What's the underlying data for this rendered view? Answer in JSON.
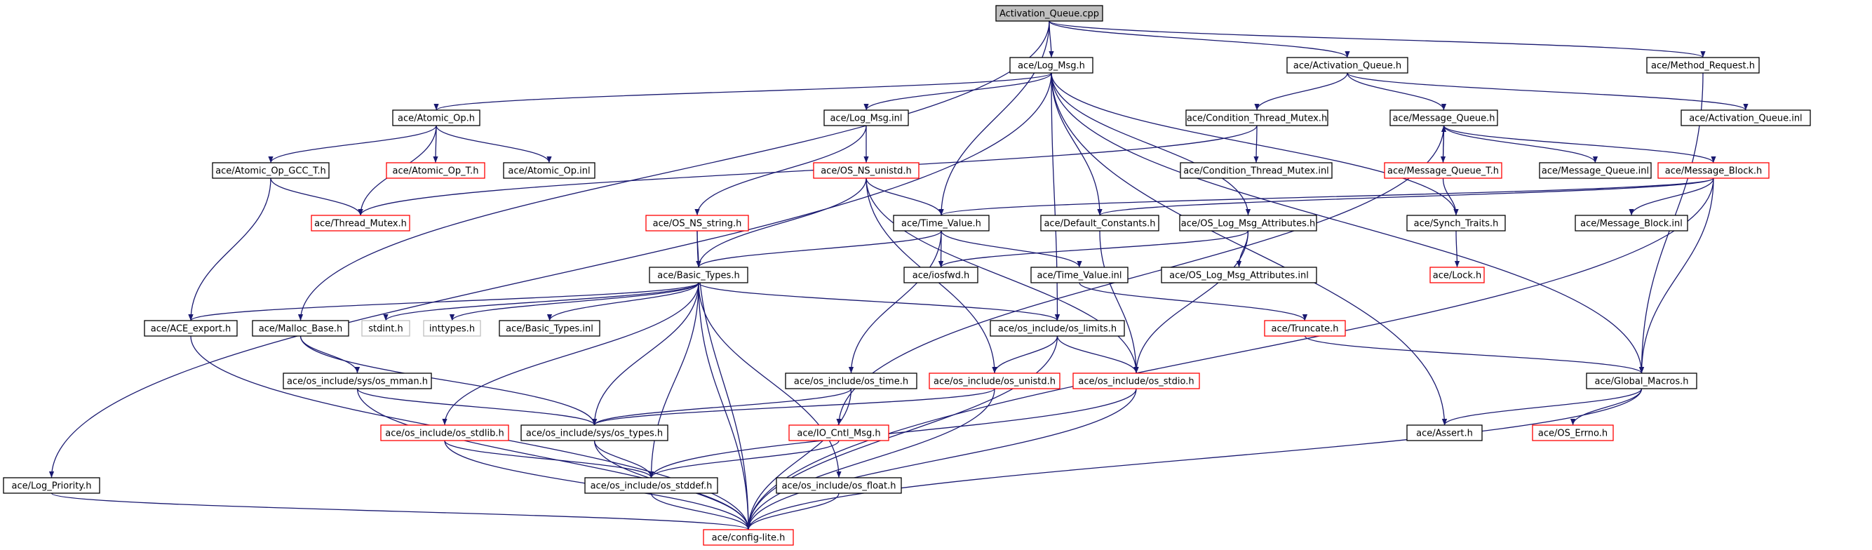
{
  "diagram": {
    "title": "Activation_Queue.cpp",
    "colors": {
      "edge": "#191970",
      "root_fill": "#bfbfbf",
      "normal_border": "#000000",
      "missing_border": "#ff0000",
      "system_border": "#bfbfbf"
    },
    "nodes": [
      {
        "id": "root",
        "label": "Activation_Queue.cpp",
        "kind": "root"
      },
      {
        "id": "log_msg_h",
        "label": "ace/Log_Msg.h",
        "kind": "normal"
      },
      {
        "id": "activation_queue_h",
        "label": "ace/Activation_Queue.h",
        "kind": "normal"
      },
      {
        "id": "method_request_h",
        "label": "ace/Method_Request.h",
        "kind": "normal"
      },
      {
        "id": "atomic_op_h",
        "label": "ace/Atomic_Op.h",
        "kind": "normal"
      },
      {
        "id": "log_msg_inl",
        "label": "ace/Log_Msg.inl",
        "kind": "normal"
      },
      {
        "id": "condition_thread_mutex_h",
        "label": "ace/Condition_Thread_Mutex.h",
        "kind": "normal"
      },
      {
        "id": "message_queue_h",
        "label": "ace/Message_Queue.h",
        "kind": "normal"
      },
      {
        "id": "activation_queue_inl",
        "label": "ace/Activation_Queue.inl",
        "kind": "normal"
      },
      {
        "id": "atomic_op_gcc_t_h",
        "label": "ace/Atomic_Op_GCC_T.h",
        "kind": "normal"
      },
      {
        "id": "atomic_op_t_h",
        "label": "ace/Atomic_Op_T.h",
        "kind": "missing"
      },
      {
        "id": "atomic_op_inl",
        "label": "ace/Atomic_Op.inl",
        "kind": "normal"
      },
      {
        "id": "os_ns_unistd_h",
        "label": "ace/OS_NS_unistd.h",
        "kind": "missing"
      },
      {
        "id": "condition_thread_mutex_inl",
        "label": "ace/Condition_Thread_Mutex.inl",
        "kind": "normal"
      },
      {
        "id": "message_queue_t_h",
        "label": "ace/Message_Queue_T.h",
        "kind": "missing"
      },
      {
        "id": "message_queue_inl",
        "label": "ace/Message_Queue.inl",
        "kind": "normal"
      },
      {
        "id": "message_block_h",
        "label": "ace/Message_Block.h",
        "kind": "missing"
      },
      {
        "id": "thread_mutex_h",
        "label": "ace/Thread_Mutex.h",
        "kind": "missing"
      },
      {
        "id": "os_ns_string_h",
        "label": "ace/OS_NS_string.h",
        "kind": "missing"
      },
      {
        "id": "time_value_h",
        "label": "ace/Time_Value.h",
        "kind": "normal"
      },
      {
        "id": "default_constants_h",
        "label": "ace/Default_Constants.h",
        "kind": "normal"
      },
      {
        "id": "os_log_msg_attributes_h",
        "label": "ace/OS_Log_Msg_Attributes.h",
        "kind": "normal"
      },
      {
        "id": "synch_traits_h",
        "label": "ace/Synch_Traits.h",
        "kind": "normal"
      },
      {
        "id": "message_block_inl",
        "label": "ace/Message_Block.inl",
        "kind": "normal"
      },
      {
        "id": "basic_types_h",
        "label": "ace/Basic_Types.h",
        "kind": "normal"
      },
      {
        "id": "iosfwd_h",
        "label": "ace/iosfwd.h",
        "kind": "normal"
      },
      {
        "id": "time_value_inl",
        "label": "ace/Time_Value.inl",
        "kind": "normal"
      },
      {
        "id": "os_log_msg_attributes_inl",
        "label": "ace/OS_Log_Msg_Attributes.inl",
        "kind": "normal"
      },
      {
        "id": "lock_h",
        "label": "ace/Lock.h",
        "kind": "missing"
      },
      {
        "id": "ace_export_h",
        "label": "ace/ACE_export.h",
        "kind": "normal"
      },
      {
        "id": "malloc_base_h",
        "label": "ace/Malloc_Base.h",
        "kind": "normal"
      },
      {
        "id": "stdint_h",
        "label": "stdint.h",
        "kind": "system"
      },
      {
        "id": "inttypes_h",
        "label": "inttypes.h",
        "kind": "system"
      },
      {
        "id": "basic_types_inl",
        "label": "ace/Basic_Types.inl",
        "kind": "normal"
      },
      {
        "id": "os_limits_h",
        "label": "ace/os_include/os_limits.h",
        "kind": "normal"
      },
      {
        "id": "truncate_h",
        "label": "ace/Truncate.h",
        "kind": "missing"
      },
      {
        "id": "os_mman_h",
        "label": "ace/os_include/sys/os_mman.h",
        "kind": "normal"
      },
      {
        "id": "os_time_h",
        "label": "ace/os_include/os_time.h",
        "kind": "normal"
      },
      {
        "id": "os_unistd_h",
        "label": "ace/os_include/os_unistd.h",
        "kind": "missing"
      },
      {
        "id": "os_stdio_h",
        "label": "ace/os_include/os_stdio.h",
        "kind": "missing"
      },
      {
        "id": "global_macros_h",
        "label": "ace/Global_Macros.h",
        "kind": "normal"
      },
      {
        "id": "os_stdlib_h",
        "label": "ace/os_include/os_stdlib.h",
        "kind": "missing"
      },
      {
        "id": "os_types_h",
        "label": "ace/os_include/sys/os_types.h",
        "kind": "normal"
      },
      {
        "id": "io_cntl_msg_h",
        "label": "ace/IO_Cntl_Msg.h",
        "kind": "missing"
      },
      {
        "id": "assert_h",
        "label": "ace/Assert.h",
        "kind": "normal"
      },
      {
        "id": "os_errno_h",
        "label": "ace/OS_Errno.h",
        "kind": "missing"
      },
      {
        "id": "log_priority_h",
        "label": "ace/Log_Priority.h",
        "kind": "normal"
      },
      {
        "id": "os_stddef_h",
        "label": "ace/os_include/os_stddef.h",
        "kind": "normal"
      },
      {
        "id": "os_float_h",
        "label": "ace/os_include/os_float.h",
        "kind": "normal"
      },
      {
        "id": "config_lite_h",
        "label": "ace/config-lite.h",
        "kind": "missing"
      }
    ],
    "edges": [
      [
        "root",
        "log_msg_h"
      ],
      [
        "root",
        "activation_queue_h"
      ],
      [
        "root",
        "method_request_h"
      ],
      [
        "root",
        "time_value_h"
      ],
      [
        "root",
        "malloc_base_h"
      ],
      [
        "log_msg_h",
        "atomic_op_h"
      ],
      [
        "log_msg_h",
        "log_msg_inl"
      ],
      [
        "log_msg_h",
        "log_priority_h"
      ],
      [
        "log_msg_h",
        "default_constants_h"
      ],
      [
        "log_msg_h",
        "os_log_msg_attributes_h"
      ],
      [
        "log_msg_h",
        "os_limits_h"
      ],
      [
        "log_msg_h",
        "synch_traits_h"
      ],
      [
        "log_msg_h",
        "assert_h"
      ],
      [
        "log_msg_h",
        "global_macros_h"
      ],
      [
        "activation_queue_h",
        "condition_thread_mutex_h"
      ],
      [
        "activation_queue_h",
        "message_queue_h"
      ],
      [
        "activation_queue_h",
        "activation_queue_inl"
      ],
      [
        "method_request_h",
        "global_macros_h"
      ],
      [
        "atomic_op_h",
        "atomic_op_gcc_t_h"
      ],
      [
        "atomic_op_h",
        "atomic_op_t_h"
      ],
      [
        "atomic_op_h",
        "atomic_op_inl"
      ],
      [
        "atomic_op_h",
        "thread_mutex_h"
      ],
      [
        "log_msg_inl",
        "os_ns_unistd_h"
      ],
      [
        "log_msg_inl",
        "os_ns_string_h"
      ],
      [
        "condition_thread_mutex_h",
        "condition_thread_mutex_inl"
      ],
      [
        "condition_thread_mutex_h",
        "thread_mutex_h"
      ],
      [
        "message_queue_h",
        "message_queue_t_h"
      ],
      [
        "message_queue_h",
        "message_queue_inl"
      ],
      [
        "message_queue_h",
        "message_block_h"
      ],
      [
        "message_queue_h",
        "io_cntl_msg_h"
      ],
      [
        "message_queue_t_h",
        "message_queue_h"
      ],
      [
        "message_queue_t_h",
        "synch_traits_h"
      ],
      [
        "message_block_h",
        "message_block_inl"
      ],
      [
        "message_block_h",
        "time_value_h"
      ],
      [
        "message_block_h",
        "default_constants_h"
      ],
      [
        "message_block_h",
        "global_macros_h"
      ],
      [
        "message_block_h",
        "config_lite_h"
      ],
      [
        "atomic_op_gcc_t_h",
        "thread_mutex_h"
      ],
      [
        "atomic_op_gcc_t_h",
        "ace_export_h"
      ],
      [
        "os_ns_unistd_h",
        "time_value_h"
      ],
      [
        "os_ns_unistd_h",
        "basic_types_h"
      ],
      [
        "os_ns_unistd_h",
        "os_unistd_h"
      ],
      [
        "os_ns_unistd_h",
        "os_stdio_h"
      ],
      [
        "os_ns_string_h",
        "basic_types_h"
      ],
      [
        "os_ns_string_h",
        "config_lite_h"
      ],
      [
        "time_value_h",
        "basic_types_h"
      ],
      [
        "time_value_h",
        "iosfwd_h"
      ],
      [
        "time_value_h",
        "time_value_inl"
      ],
      [
        "time_value_h",
        "os_time_h"
      ],
      [
        "default_constants_h",
        "os_stdio_h"
      ],
      [
        "os_log_msg_attributes_h",
        "iosfwd_h"
      ],
      [
        "os_log_msg_attributes_h",
        "os_log_msg_attributes_inl"
      ],
      [
        "os_log_msg_attributes_h",
        "os_stdio_h"
      ],
      [
        "synch_traits_h",
        "lock_h"
      ],
      [
        "basic_types_h",
        "ace_export_h"
      ],
      [
        "basic_types_h",
        "stdint_h"
      ],
      [
        "basic_types_h",
        "inttypes_h"
      ],
      [
        "basic_types_h",
        "basic_types_inl"
      ],
      [
        "basic_types_h",
        "os_limits_h"
      ],
      [
        "basic_types_h",
        "os_stdlib_h"
      ],
      [
        "basic_types_h",
        "os_types_h"
      ],
      [
        "basic_types_h",
        "os_stddef_h"
      ],
      [
        "basic_types_h",
        "os_float_h"
      ],
      [
        "basic_types_h",
        "config_lite_h"
      ],
      [
        "time_value_inl",
        "truncate_h"
      ],
      [
        "ace_export_h",
        "config_lite_h"
      ],
      [
        "malloc_base_h",
        "os_mman_h"
      ],
      [
        "malloc_base_h",
        "os_types_h"
      ],
      [
        "os_limits_h",
        "os_unistd_h"
      ],
      [
        "os_limits_h",
        "os_stdio_h"
      ],
      [
        "os_limits_h",
        "config_lite_h"
      ],
      [
        "truncate_h",
        "global_macros_h"
      ],
      [
        "os_mman_h",
        "os_types_h"
      ],
      [
        "os_mman_h",
        "config_lite_h"
      ],
      [
        "os_time_h",
        "os_types_h"
      ],
      [
        "os_time_h",
        "config_lite_h"
      ],
      [
        "os_unistd_h",
        "os_types_h"
      ],
      [
        "os_unistd_h",
        "config_lite_h"
      ],
      [
        "os_stdio_h",
        "os_stddef_h"
      ],
      [
        "os_stdio_h",
        "config_lite_h"
      ],
      [
        "global_macros_h",
        "assert_h"
      ],
      [
        "global_macros_h",
        "os_errno_h"
      ],
      [
        "global_macros_h",
        "config_lite_h"
      ],
      [
        "os_stdlib_h",
        "os_stddef_h"
      ],
      [
        "os_stdlib_h",
        "config_lite_h"
      ],
      [
        "os_types_h",
        "os_stddef_h"
      ],
      [
        "os_types_h",
        "config_lite_h"
      ],
      [
        "io_cntl_msg_h",
        "os_stddef_h"
      ],
      [
        "os_stddef_h",
        "config_lite_h"
      ],
      [
        "os_float_h",
        "config_lite_h"
      ],
      [
        "log_priority_h",
        "config_lite_h"
      ]
    ]
  }
}
